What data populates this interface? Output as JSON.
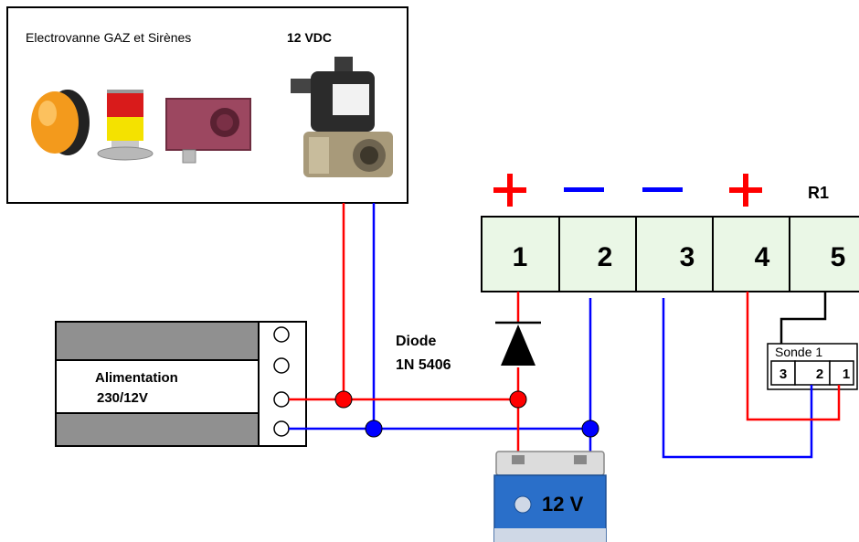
{
  "device_box": {
    "title": "Electrovanne GAZ et Sirènes",
    "voltage": "12 VDC"
  },
  "power_supply": {
    "line1": "Alimentation",
    "line2": "230/12V"
  },
  "diode": {
    "line1": "Diode",
    "line2": "1N 5406"
  },
  "battery": {
    "label": "12 V"
  },
  "relay": {
    "name": "R1",
    "terminals": [
      "1",
      "2",
      "3",
      "4",
      "5"
    ],
    "polarity": [
      "+",
      "−",
      "−",
      "+",
      ""
    ]
  },
  "sensor": {
    "name": "Sonde 1",
    "pins": [
      "3",
      "2",
      "1"
    ]
  },
  "colors": {
    "positive": "#ff0000",
    "negative": "#0000ff",
    "terminal_fill": "#eaf7e6",
    "psu_gray": "#909090"
  }
}
